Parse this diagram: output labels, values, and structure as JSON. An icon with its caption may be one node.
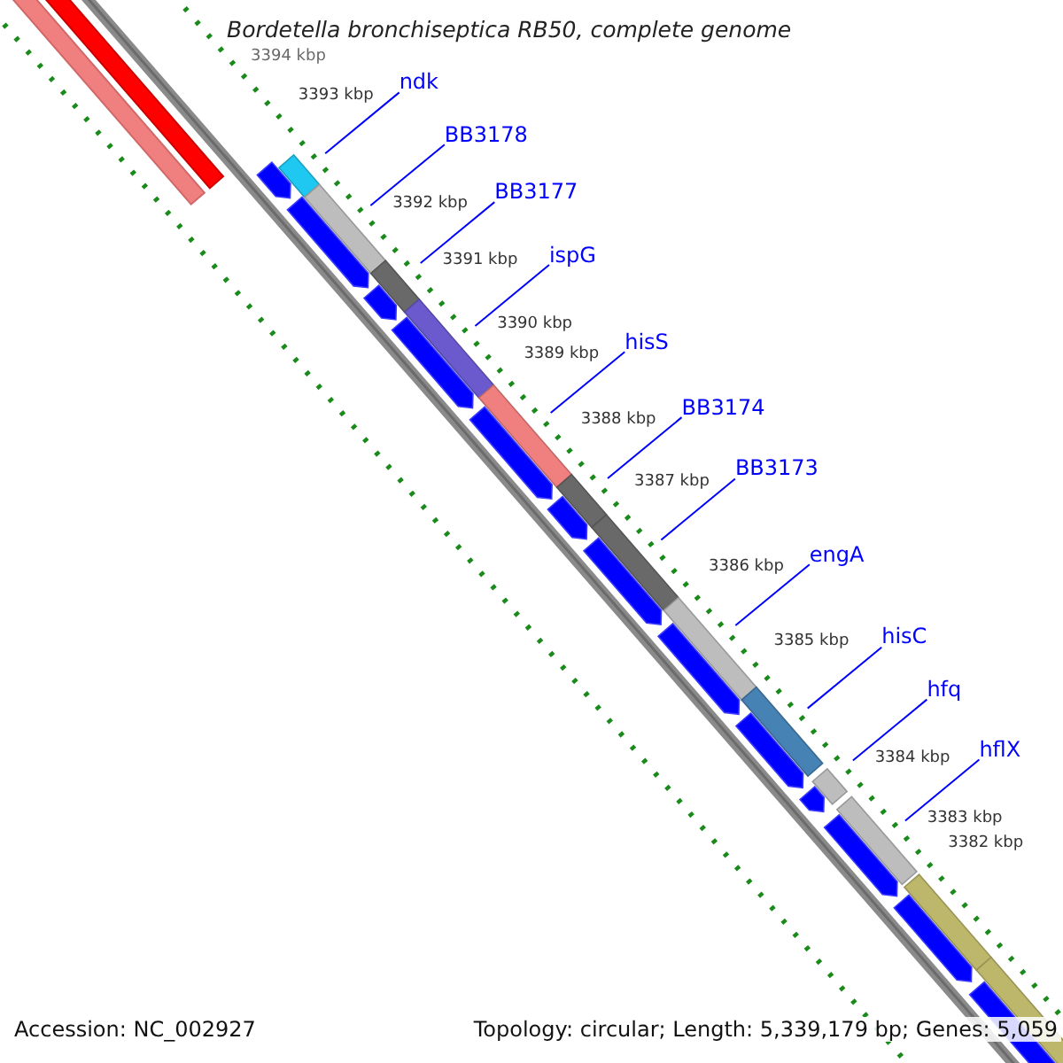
{
  "diagram": {
    "title": "Bordetella bronchiseptica RB50, complete genome",
    "nodes": [
      {
        "text": [
          "ndk"
        ]
      },
      {
        "text": [
          "BB3178"
        ]
      },
      {
        "text": [
          "BB3177"
        ]
      },
      {
        "text": [
          "ispG"
        ]
      },
      {
        "text": [
          "hisS"
        ]
      },
      {
        "text": [
          "BB3174"
        ]
      },
      {
        "text": [
          "BB3173"
        ]
      },
      {
        "text": [
          "engA"
        ]
      },
      {
        "text": [
          "hisC"
        ]
      },
      {
        "text": [
          "hfq"
        ]
      },
      {
        "text": [
          "hflX"
        ]
      }
    ],
    "edges": [
      {
        "from": 0,
        "to": null,
        "arrow": "none"
      },
      {
        "from": 1,
        "to": null,
        "arrow": "none"
      },
      {
        "from": 2,
        "to": null,
        "arrow": "none"
      },
      {
        "from": 3,
        "to": null,
        "arrow": "none"
      },
      {
        "from": 4,
        "to": null,
        "arrow": "none"
      },
      {
        "from": 5,
        "to": null,
        "arrow": "none"
      },
      {
        "from": 6,
        "to": null,
        "arrow": "none"
      },
      {
        "from": 7,
        "to": null,
        "arrow": "none"
      },
      {
        "from": 8,
        "to": null,
        "arrow": "none"
      },
      {
        "from": 9,
        "to": null,
        "arrow": "none"
      },
      {
        "from": 10,
        "to": null,
        "arrow": "none"
      }
    ],
    "labels": [
      "3394 kbp",
      "3393 kbp",
      "3392 kbp",
      "3391 kbp",
      "3390 kbp",
      "3389 kbp",
      "3388 kbp",
      "3387 kbp",
      "3386 kbp",
      "3385 kbp",
      "3384 kbp",
      "3383 kbp",
      "3382 kbp",
      "Accession: NC_002927",
      "Topology: circular; Length: 5,339,179 bp; Genes: 5,059"
    ]
  }
}
